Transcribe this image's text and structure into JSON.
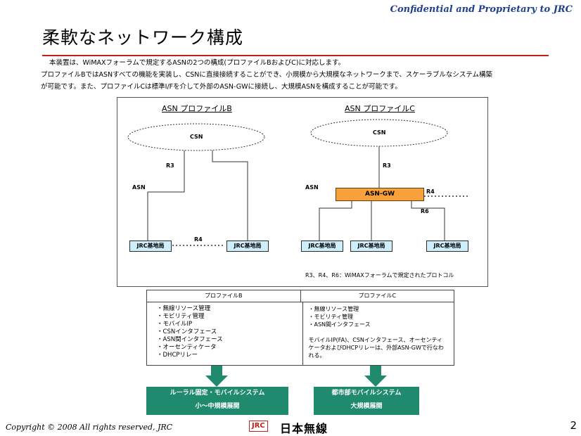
{
  "header": {
    "confidential": "Confidential and Proprietary to JRC"
  },
  "title": "柔軟なネットワーク構成",
  "intro": {
    "line1": "本装置は、WiMAXフォーラムで規定するASNの2つの構成(プロファイルBおよびC)に対応します。",
    "line2": "プロファイルBではASNすべての機能を実装し、CSNに直接接続することができ、小規模から大規模なネットワークまで、スケーラブルなシステム構築",
    "line3": "が可能です。また、プロファイルCは標準I/Fを介して外部のASN-GWに接続し、大規模ASNを構成することが可能です。"
  },
  "diagram": {
    "profile_b": {
      "label": "ASN プロファイルB",
      "csn": "CSN",
      "r3": "R3",
      "asn": "ASN",
      "r4": "R4",
      "bs_left": "JRC基地局",
      "bs_right": "JRC基地局"
    },
    "profile_c": {
      "label": "ASN プロファイルC",
      "csn": "CSN",
      "r3": "R3",
      "asn": "ASN",
      "gw": "ASN-GW",
      "r4": "R4",
      "r6": "R6",
      "bs_1": "JRC基地局",
      "bs_2": "JRC基地局",
      "bs_3": "JRC基地局"
    },
    "note": "R3、R4、R6：WiMAXフォーラムで規定されたプロトコル"
  },
  "table": {
    "col_b_header": "プロファイルB",
    "col_c_header": "プロファイルC",
    "col_b_items": [
      "無線リソース管理",
      "モビリティ管理",
      "モバイルIP",
      "CSNインタフェース",
      "ASN間インタフェース",
      "オーセンティケータ",
      "DHCPリレー"
    ],
    "col_c_items": [
      "無線リソース管理",
      "モビリティ管理",
      "ASN間インタフェース"
    ],
    "col_c_note": "モバイルIP(FA)、CSNインタフェース、オーセンティケータおよびDHCPリレーは、外部ASN-GWで行なわれる。"
  },
  "results": {
    "b_line1": "ルーラル固定・モバイルシステム",
    "b_line2": "小～中規模展開",
    "c_line1": "都市部モバイルシステム",
    "c_line2": "大規模展開"
  },
  "footer": {
    "copyright": "Copyright © 2008 All rights reserved, JRC",
    "logo_mark": "JRC",
    "logo_name": "日本無線",
    "page_number": "2"
  },
  "colors": {
    "title_rule": "#c0221b",
    "asn_fill": "#fbf8c9",
    "bs_fill": "#cdeefa",
    "gw_fill": "#f7a13d",
    "result_fill": "#1f8a6e",
    "arrow_fill": "#1f8a6e"
  }
}
